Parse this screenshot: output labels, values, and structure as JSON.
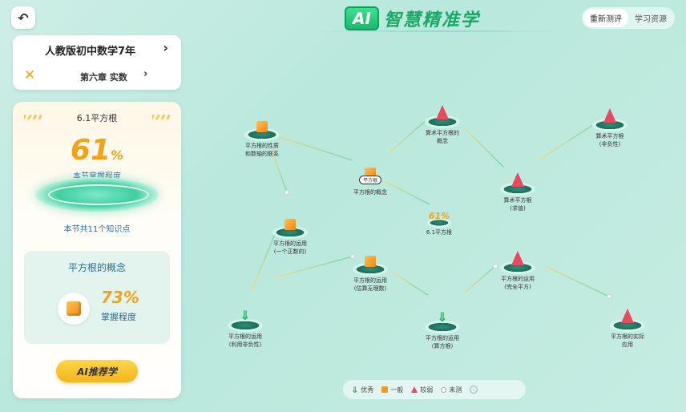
{
  "header": {
    "back_icon": "back-arrow-icon",
    "ai_badge": "AI",
    "title": "智慧精准学",
    "tabs": [
      {
        "label": "重新测评",
        "active": true
      },
      {
        "label": "学习资源",
        "active": false
      }
    ]
  },
  "course": {
    "name": "人教版初中数学7年",
    "chapter": "第六章  实数"
  },
  "section": {
    "name": "6.1平方根",
    "mastery_percent": "61",
    "percent_unit": "%",
    "mastery_label": "本节掌握程度",
    "points_count_text": "本节共11个知识点"
  },
  "concept": {
    "title": "平方根的概念",
    "percent": "73%",
    "label": "掌握程度"
  },
  "ai_button": "AI推荐学",
  "colors": {
    "accent_green": "#1aa866",
    "orange": "#f3a21a",
    "red": "#e84a5f",
    "good_green": "#18b55e"
  },
  "nodes": [
    {
      "id": "n1",
      "marker": "cube",
      "label1": "平方根的性质",
      "label2": "和数轴的联系"
    },
    {
      "id": "n2",
      "marker": "cone",
      "label1": "算术平方根的",
      "label2": "概念"
    },
    {
      "id": "n3",
      "marker": "cone",
      "label1": "算术平方根",
      "label2": "(非负性)"
    },
    {
      "id": "n4",
      "marker": "cone",
      "label1": "算术平方根",
      "label2": "(求值)"
    },
    {
      "id": "n5",
      "marker": "cube",
      "label1": "平方根的概念",
      "label2": "",
      "tag": "平方根"
    },
    {
      "id": "n6",
      "marker": "pct",
      "value": "61%",
      "label1": "6.1平方根",
      "label2": ""
    },
    {
      "id": "n7",
      "marker": "cube",
      "label1": "平方根的运用",
      "label2": "(一个正数的)"
    },
    {
      "id": "n8",
      "marker": "cube",
      "label1": "平方根的运用",
      "label2": "(估算无理数)"
    },
    {
      "id": "n9",
      "marker": "cone",
      "label1": "平方根的运用",
      "label2": "(完全平方)"
    },
    {
      "id": "n10",
      "marker": "arrow",
      "label1": "平方根的运用",
      "label2": "(利用非负性)"
    },
    {
      "id": "n11",
      "marker": "arrow",
      "label1": "平方根的运用",
      "label2": "(算方根)"
    },
    {
      "id": "n12",
      "marker": "cone",
      "label1": "平方根的实际",
      "label2": "应用"
    }
  ],
  "legend": [
    {
      "icon": "good-arrow-icon",
      "label": "优秀"
    },
    {
      "icon": "cube-icon",
      "label": "一般"
    },
    {
      "icon": "cone-icon",
      "label": "较弱"
    },
    {
      "icon": "dot-icon",
      "label": "未测"
    }
  ]
}
